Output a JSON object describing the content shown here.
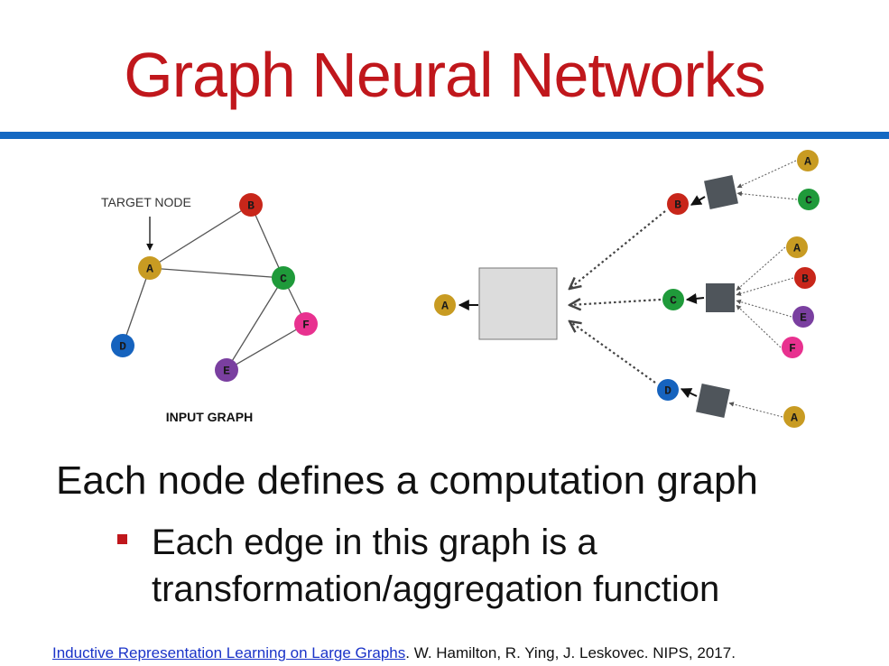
{
  "title": "Graph Neural Networks",
  "input_graph": {
    "target_label": "TARGET NODE",
    "caption": "INPUT GRAPH",
    "nodes": [
      {
        "id": "A",
        "color": "#c89b22"
      },
      {
        "id": "B",
        "color": "#c8261a"
      },
      {
        "id": "C",
        "color": "#1f9a3a"
      },
      {
        "id": "D",
        "color": "#1663be"
      },
      {
        "id": "E",
        "color": "#7a3fa0"
      },
      {
        "id": "F",
        "color": "#e8318f"
      }
    ],
    "edges": [
      [
        "A",
        "B"
      ],
      [
        "A",
        "C"
      ],
      [
        "A",
        "D"
      ],
      [
        "B",
        "C"
      ],
      [
        "C",
        "E"
      ],
      [
        "E",
        "F"
      ],
      [
        "C",
        "F"
      ]
    ]
  },
  "computation_graph": {
    "root": "A",
    "level1": [
      {
        "id": "B",
        "neighbors": [
          "A",
          "C"
        ]
      },
      {
        "id": "C",
        "neighbors": [
          "A",
          "B",
          "E",
          "F"
        ]
      },
      {
        "id": "D",
        "neighbors": [
          "A"
        ]
      }
    ]
  },
  "colors": {
    "title": "#c0171c",
    "rule": "#1468c2",
    "bullet": "#c0171c",
    "aggregator_box": "#4f555b",
    "root_box_fill": "#dcdcdc",
    "link": "#1a33c8"
  },
  "heading": "Each node defines a computation graph",
  "bullet": "Each edge in this graph is a transformation/aggregation function",
  "citation": {
    "link_text": "Inductive Representation Learning on Large Graphs",
    "rest": ". W. Hamilton, R. Ying, J. Leskovec. NIPS, 2017."
  }
}
